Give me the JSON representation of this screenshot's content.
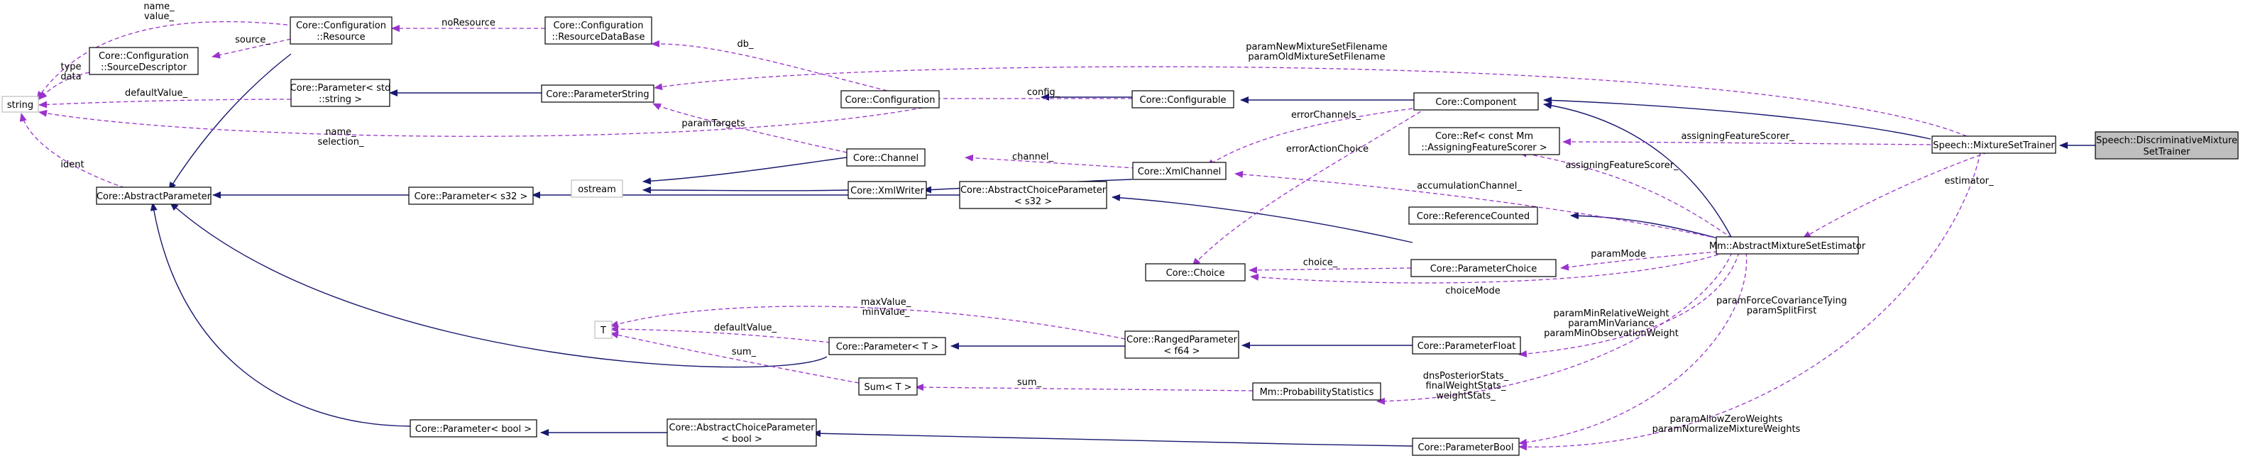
{
  "nodes": [
    {
      "id": "string",
      "lines": [
        "string"
      ]
    },
    {
      "id": "ostream",
      "lines": [
        "ostream"
      ]
    },
    {
      "id": "T",
      "lines": [
        "T"
      ]
    },
    {
      "id": "configuration_resource",
      "lines": [
        "Core::Configuration",
        "::Resource"
      ]
    },
    {
      "id": "configuration_source_descriptor",
      "lines": [
        "Core::Configuration",
        "::SourceDescriptor"
      ]
    },
    {
      "id": "configuration_resource_database",
      "lines": [
        "Core::Configuration",
        "::ResourceDataBase"
      ]
    },
    {
      "id": "parameter_std_string",
      "lines": [
        "Core::Parameter< std",
        "::string >"
      ]
    },
    {
      "id": "parameter_string",
      "lines": [
        "Core::ParameterString"
      ]
    },
    {
      "id": "configuration",
      "lines": [
        "Core::Configuration"
      ]
    },
    {
      "id": "configurable",
      "lines": [
        "Core::Configurable"
      ]
    },
    {
      "id": "component",
      "lines": [
        "Core::Component"
      ]
    },
    {
      "id": "abstract_parameter",
      "lines": [
        "Core::AbstractParameter"
      ]
    },
    {
      "id": "channel",
      "lines": [
        "Core::Channel"
      ]
    },
    {
      "id": "xml_writer",
      "lines": [
        "Core::XmlWriter"
      ]
    },
    {
      "id": "xml_channel",
      "lines": [
        "Core::XmlChannel"
      ]
    },
    {
      "id": "ref_assigning_feature_scorer",
      "lines": [
        "Core::Ref< const Mm",
        "::AssigningFeatureScorer >"
      ]
    },
    {
      "id": "reference_counted",
      "lines": [
        "Core::ReferenceCounted"
      ]
    },
    {
      "id": "parameter_s32",
      "lines": [
        "Core::Parameter< s32 >"
      ]
    },
    {
      "id": "abstract_choice_parameter_s32",
      "lines": [
        "Core::AbstractChoiceParameter",
        "< s32 >"
      ]
    },
    {
      "id": "parameter_choice",
      "lines": [
        "Core::ParameterChoice"
      ]
    },
    {
      "id": "choice",
      "lines": [
        "Core::Choice"
      ]
    },
    {
      "id": "abstract_mixture_set_estimator",
      "lines": [
        "Mm::AbstractMixtureSetEstimator"
      ]
    },
    {
      "id": "mixture_set_trainer",
      "lines": [
        "Speech::MixtureSetTrainer"
      ]
    },
    {
      "id": "discriminative_mixture_set_trainer",
      "lines": [
        "Speech::DiscriminativeMixture",
        "SetTrainer"
      ]
    },
    {
      "id": "parameter_T",
      "lines": [
        "Core::Parameter< T >"
      ]
    },
    {
      "id": "ranged_parameter_f64",
      "lines": [
        "Core::RangedParameter",
        "< f64 >"
      ]
    },
    {
      "id": "parameter_float",
      "lines": [
        "Core::ParameterFloat"
      ]
    },
    {
      "id": "sum_T",
      "lines": [
        "Sum< T >"
      ]
    },
    {
      "id": "probability_statistics",
      "lines": [
        "Mm::ProbabilityStatistics"
      ]
    },
    {
      "id": "parameter_bool",
      "lines": [
        "Core::Parameter< bool >"
      ]
    },
    {
      "id": "abstract_choice_parameter_bool",
      "lines": [
        "Core::AbstractChoiceParameter",
        "< bool >"
      ]
    },
    {
      "id": "parameter_bool_core",
      "lines": [
        "Core::ParameterBool"
      ]
    }
  ],
  "edge_labels": [
    {
      "id": "name-value",
      "lines": [
        "name_",
        "value_"
      ]
    },
    {
      "id": "source",
      "lines": [
        "source_"
      ]
    },
    {
      "id": "type-data",
      "lines": [
        "type",
        "data"
      ]
    },
    {
      "id": "no-resource",
      "lines": [
        "noResource"
      ]
    },
    {
      "id": "db",
      "lines": [
        "db_"
      ]
    },
    {
      "id": "default-value-string",
      "lines": [
        "defaultValue_"
      ]
    },
    {
      "id": "param-filenames",
      "lines": [
        "paramNewMixtureSetFilename",
        "paramOldMixtureSetFilename"
      ]
    },
    {
      "id": "config",
      "lines": [
        "config_"
      ]
    },
    {
      "id": "name-selection",
      "lines": [
        "name_",
        "selection_"
      ]
    },
    {
      "id": "param-targets",
      "lines": [
        "paramTargets"
      ]
    },
    {
      "id": "error-channels",
      "lines": [
        "errorChannels_"
      ]
    },
    {
      "id": "ident",
      "lines": [
        "ident"
      ]
    },
    {
      "id": "channel",
      "lines": [
        "channel_"
      ]
    },
    {
      "id": "error-action-choice",
      "lines": [
        "errorActionChoice"
      ]
    },
    {
      "id": "assigning-feature-scorer-top",
      "lines": [
        "assigningFeatureScorer_"
      ]
    },
    {
      "id": "assigning-feature-scorer-mid",
      "lines": [
        "assigningFeatureScorer_"
      ]
    },
    {
      "id": "estimator",
      "lines": [
        "estimator_"
      ]
    },
    {
      "id": "accumulation-channel",
      "lines": [
        "accumulationChannel_"
      ]
    },
    {
      "id": "choice",
      "lines": [
        "choice_"
      ]
    },
    {
      "id": "param-mode",
      "lines": [
        "paramMode"
      ]
    },
    {
      "id": "choice-mode",
      "lines": [
        "choiceMode"
      ]
    },
    {
      "id": "max-min-value",
      "lines": [
        "maxValue_",
        "minValue_"
      ]
    },
    {
      "id": "default-value-T",
      "lines": [
        "defaultValue_"
      ]
    },
    {
      "id": "sum",
      "lines": [
        "sum_"
      ]
    },
    {
      "id": "sum-stats",
      "lines": [
        "sum_"
      ]
    },
    {
      "id": "param-float-set",
      "lines": [
        "paramMinRelativeWeight",
        "paramMinVariance",
        "paramMinObservationWeight"
      ]
    },
    {
      "id": "param-covariance",
      "lines": [
        "paramForceCovarianceTying",
        "paramSplitFirst"
      ]
    },
    {
      "id": "stats",
      "lines": [
        "dnsPosteriorStats_",
        "finalWeightStats_",
        "weightStats_"
      ]
    },
    {
      "id": "param-weights",
      "lines": [
        "paramAllowZeroWeights",
        "paramNormalizeMixtureWeights"
      ]
    }
  ],
  "colors": {
    "inheritance_edge": "#191970",
    "usage_edge": "#9a32cd",
    "node_border": "#000000",
    "external_node_border": "#bfbfbf",
    "focus_node_fill": "#bfbfbf"
  }
}
